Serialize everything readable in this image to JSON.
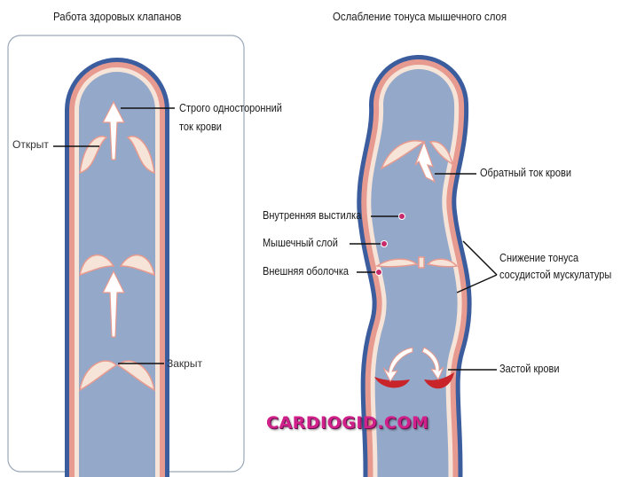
{
  "left_panel": {
    "title": "Работа здоровых клапанов",
    "labels": {
      "one_way": "Строго односторонний",
      "one_way_2": "ток крови",
      "open": "Открыт",
      "closed": "Закрыт"
    }
  },
  "right_panel": {
    "title": "Ослабление тонуса мышечного слоя",
    "labels": {
      "backflow": "Обратный ток крови",
      "intima": "Внутренняя выстилка",
      "muscle": "Мышечный слой",
      "outer": "Внешняя оболочка",
      "tone_loss": "Снижение тонуса",
      "tone_loss_2": "сосудистой мускулатуры",
      "stasis": "Застой крови"
    }
  },
  "watermark": "CARDIOGID.COM",
  "colors": {
    "outer": "#3b5d9e",
    "muscle": "#e79a8f",
    "intima": "#f7e4d8",
    "lumen": "#94a9c9",
    "blood": "#c8242a"
  }
}
